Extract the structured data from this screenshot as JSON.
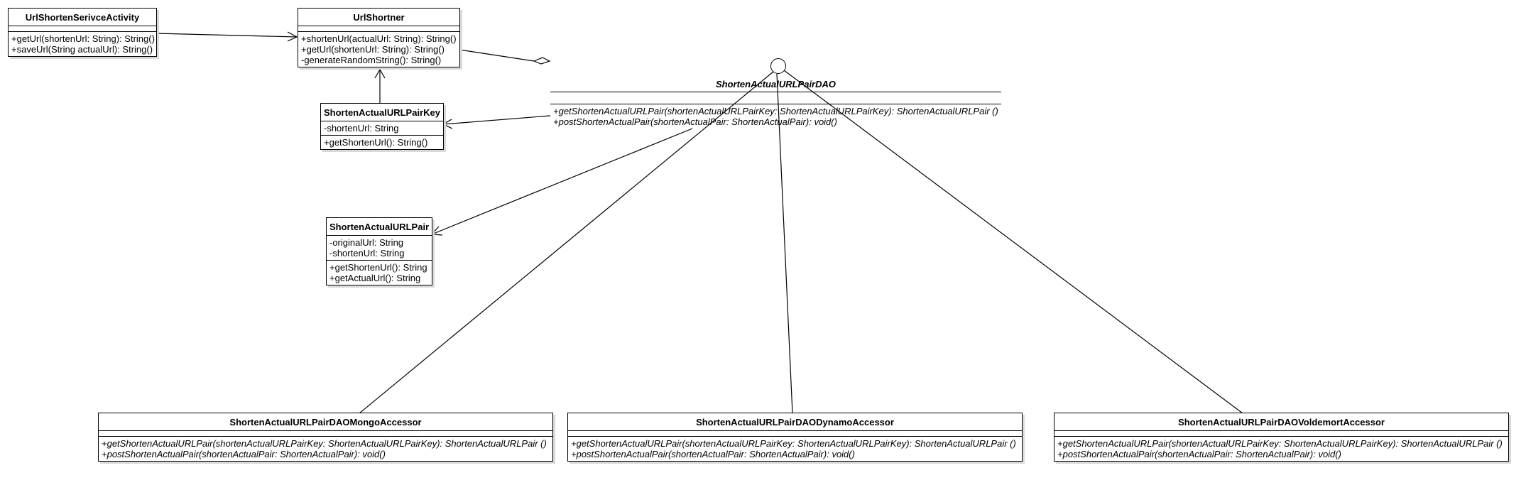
{
  "classes": {
    "service_activity": {
      "name": "UrlShortenSerivceActivity",
      "attributes": [],
      "methods": [
        "+getUrl(shortenUrl: String): String()",
        "+saveUrl(String  actualUrl): String()"
      ]
    },
    "url_shortner": {
      "name": "UrlShortner",
      "attributes": [],
      "methods": [
        "+shortenUrl(actualUrl: String): String()",
        "+getUrl(shortenUrl: String): String()",
        "-generateRandomString(): String()"
      ]
    },
    "pair_key": {
      "name": "ShortenActualURLPairKey",
      "attributes": [
        "-shortenUrl: String"
      ],
      "methods": [
        "+getShortenUrl(): String()"
      ]
    },
    "pair": {
      "name": "ShortenActualURLPair",
      "attributes": [
        "-originalUrl: String",
        "-shortenUrl: String"
      ],
      "methods": [
        "+getShortenUrl(): String",
        "+getActualUrl(): String"
      ]
    },
    "dao": {
      "name": "ShortenActualURLPairDAO",
      "attributes": [],
      "methods": [
        "+getShortenActualURLPair(shortenActualURLPairKey: ShortenActualURLPairKey): ShortenActualURLPair ()",
        "+postShortenActualPair(shortenActualPair: ShortenActualPair): void()"
      ]
    },
    "mongo": {
      "name": "ShortenActualURLPairDAOMongoAccessor",
      "attributes": [],
      "methods": [
        "+getShortenActualURLPair(shortenActualURLPairKey: ShortenActualURLPairKey): ShortenActualURLPair ()",
        "+postShortenActualPair(shortenActualPair: ShortenActualPair): void()"
      ]
    },
    "dynamo": {
      "name": "ShortenActualURLPairDAODynamoAccessor",
      "attributes": [],
      "methods": [
        "+getShortenActualURLPair(shortenActualURLPairKey: ShortenActualURLPairKey): ShortenActualURLPair ()",
        "+postShortenActualPair(shortenActualPair: ShortenActualPair): void()"
      ]
    },
    "voldemort": {
      "name": "ShortenActualURLPairDAOVoldemortAccessor",
      "attributes": [],
      "methods": [
        "+getShortenActualURLPair(shortenActualURLPairKey: ShortenActualURLPairKey): ShortenActualURLPair ()",
        "+postShortenActualPair(shortenActualPair: ShortenActualPair): void()"
      ]
    }
  },
  "relations": [
    {
      "from": "service_activity",
      "to": "url_shortner",
      "type": "dependency"
    },
    {
      "from": "pair_key",
      "to": "url_shortner",
      "type": "dependency"
    },
    {
      "from": "dao",
      "to": "pair_key",
      "type": "dependency"
    },
    {
      "from": "dao",
      "to": "pair",
      "type": "dependency"
    },
    {
      "from": "url_shortner",
      "to": "dao",
      "type": "aggregation"
    },
    {
      "from": "mongo",
      "to": "dao",
      "type": "realization"
    },
    {
      "from": "dynamo",
      "to": "dao",
      "type": "realization"
    },
    {
      "from": "voldemort",
      "to": "dao",
      "type": "realization"
    }
  ]
}
